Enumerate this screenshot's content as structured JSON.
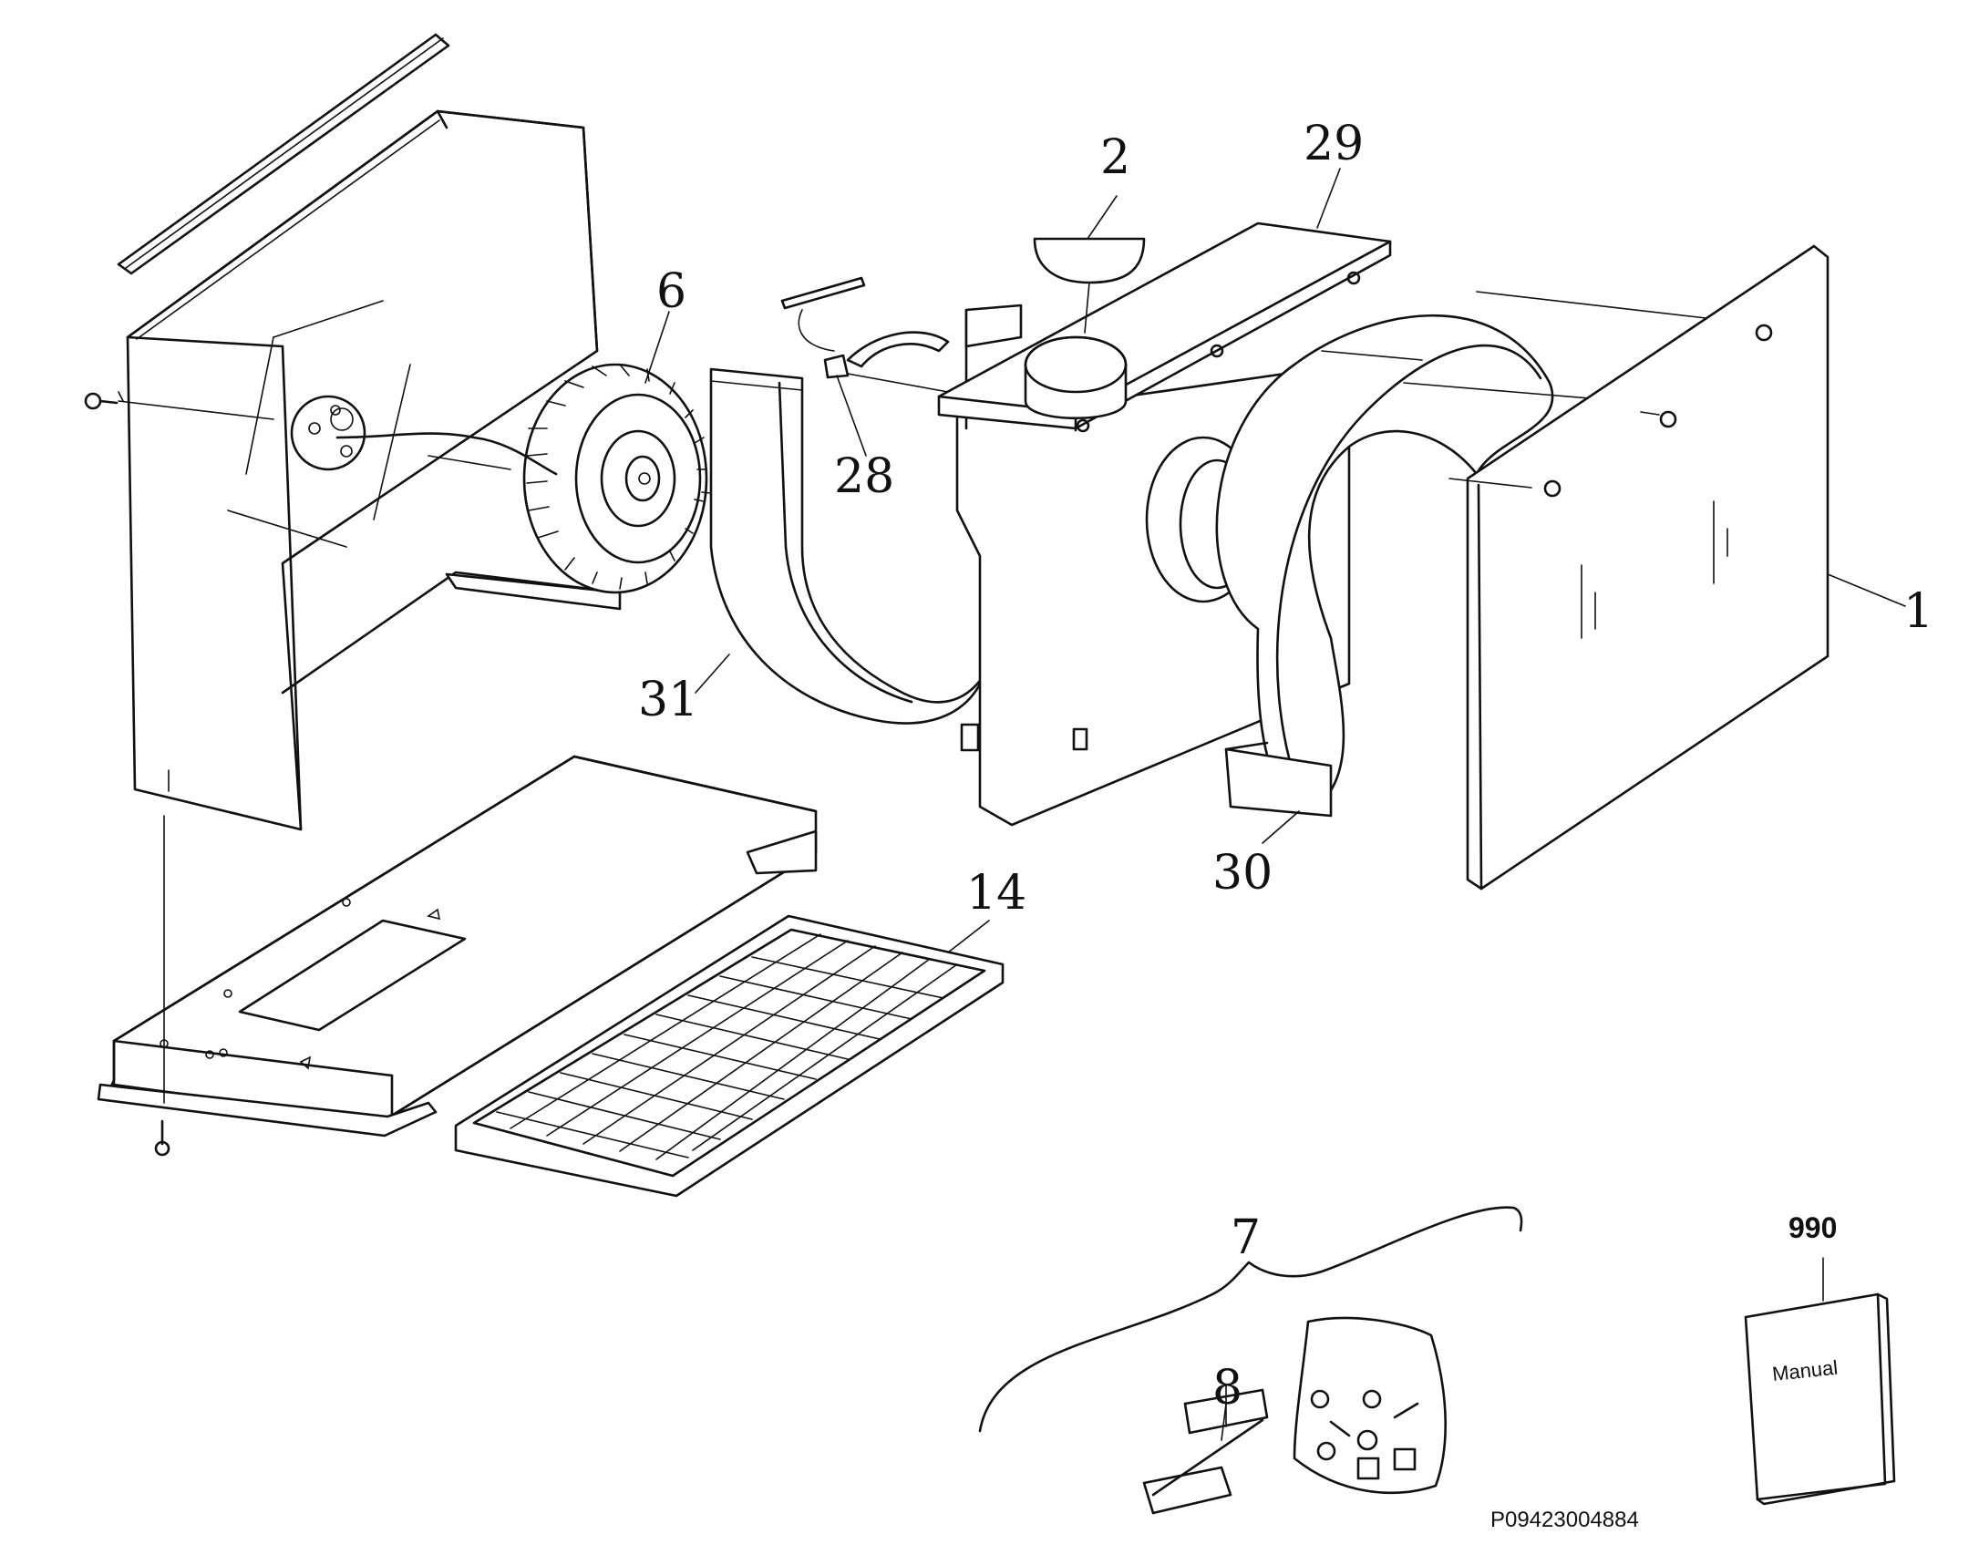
{
  "labels": {
    "p1": "1",
    "p2": "2",
    "p6": "6",
    "p7": "7",
    "p8": "8",
    "p14": "14",
    "p28": "28",
    "p29": "29",
    "p30": "30",
    "p31": "31",
    "p990": "990"
  },
  "manual_text": "Manual",
  "drawing_code": "P09423004884"
}
